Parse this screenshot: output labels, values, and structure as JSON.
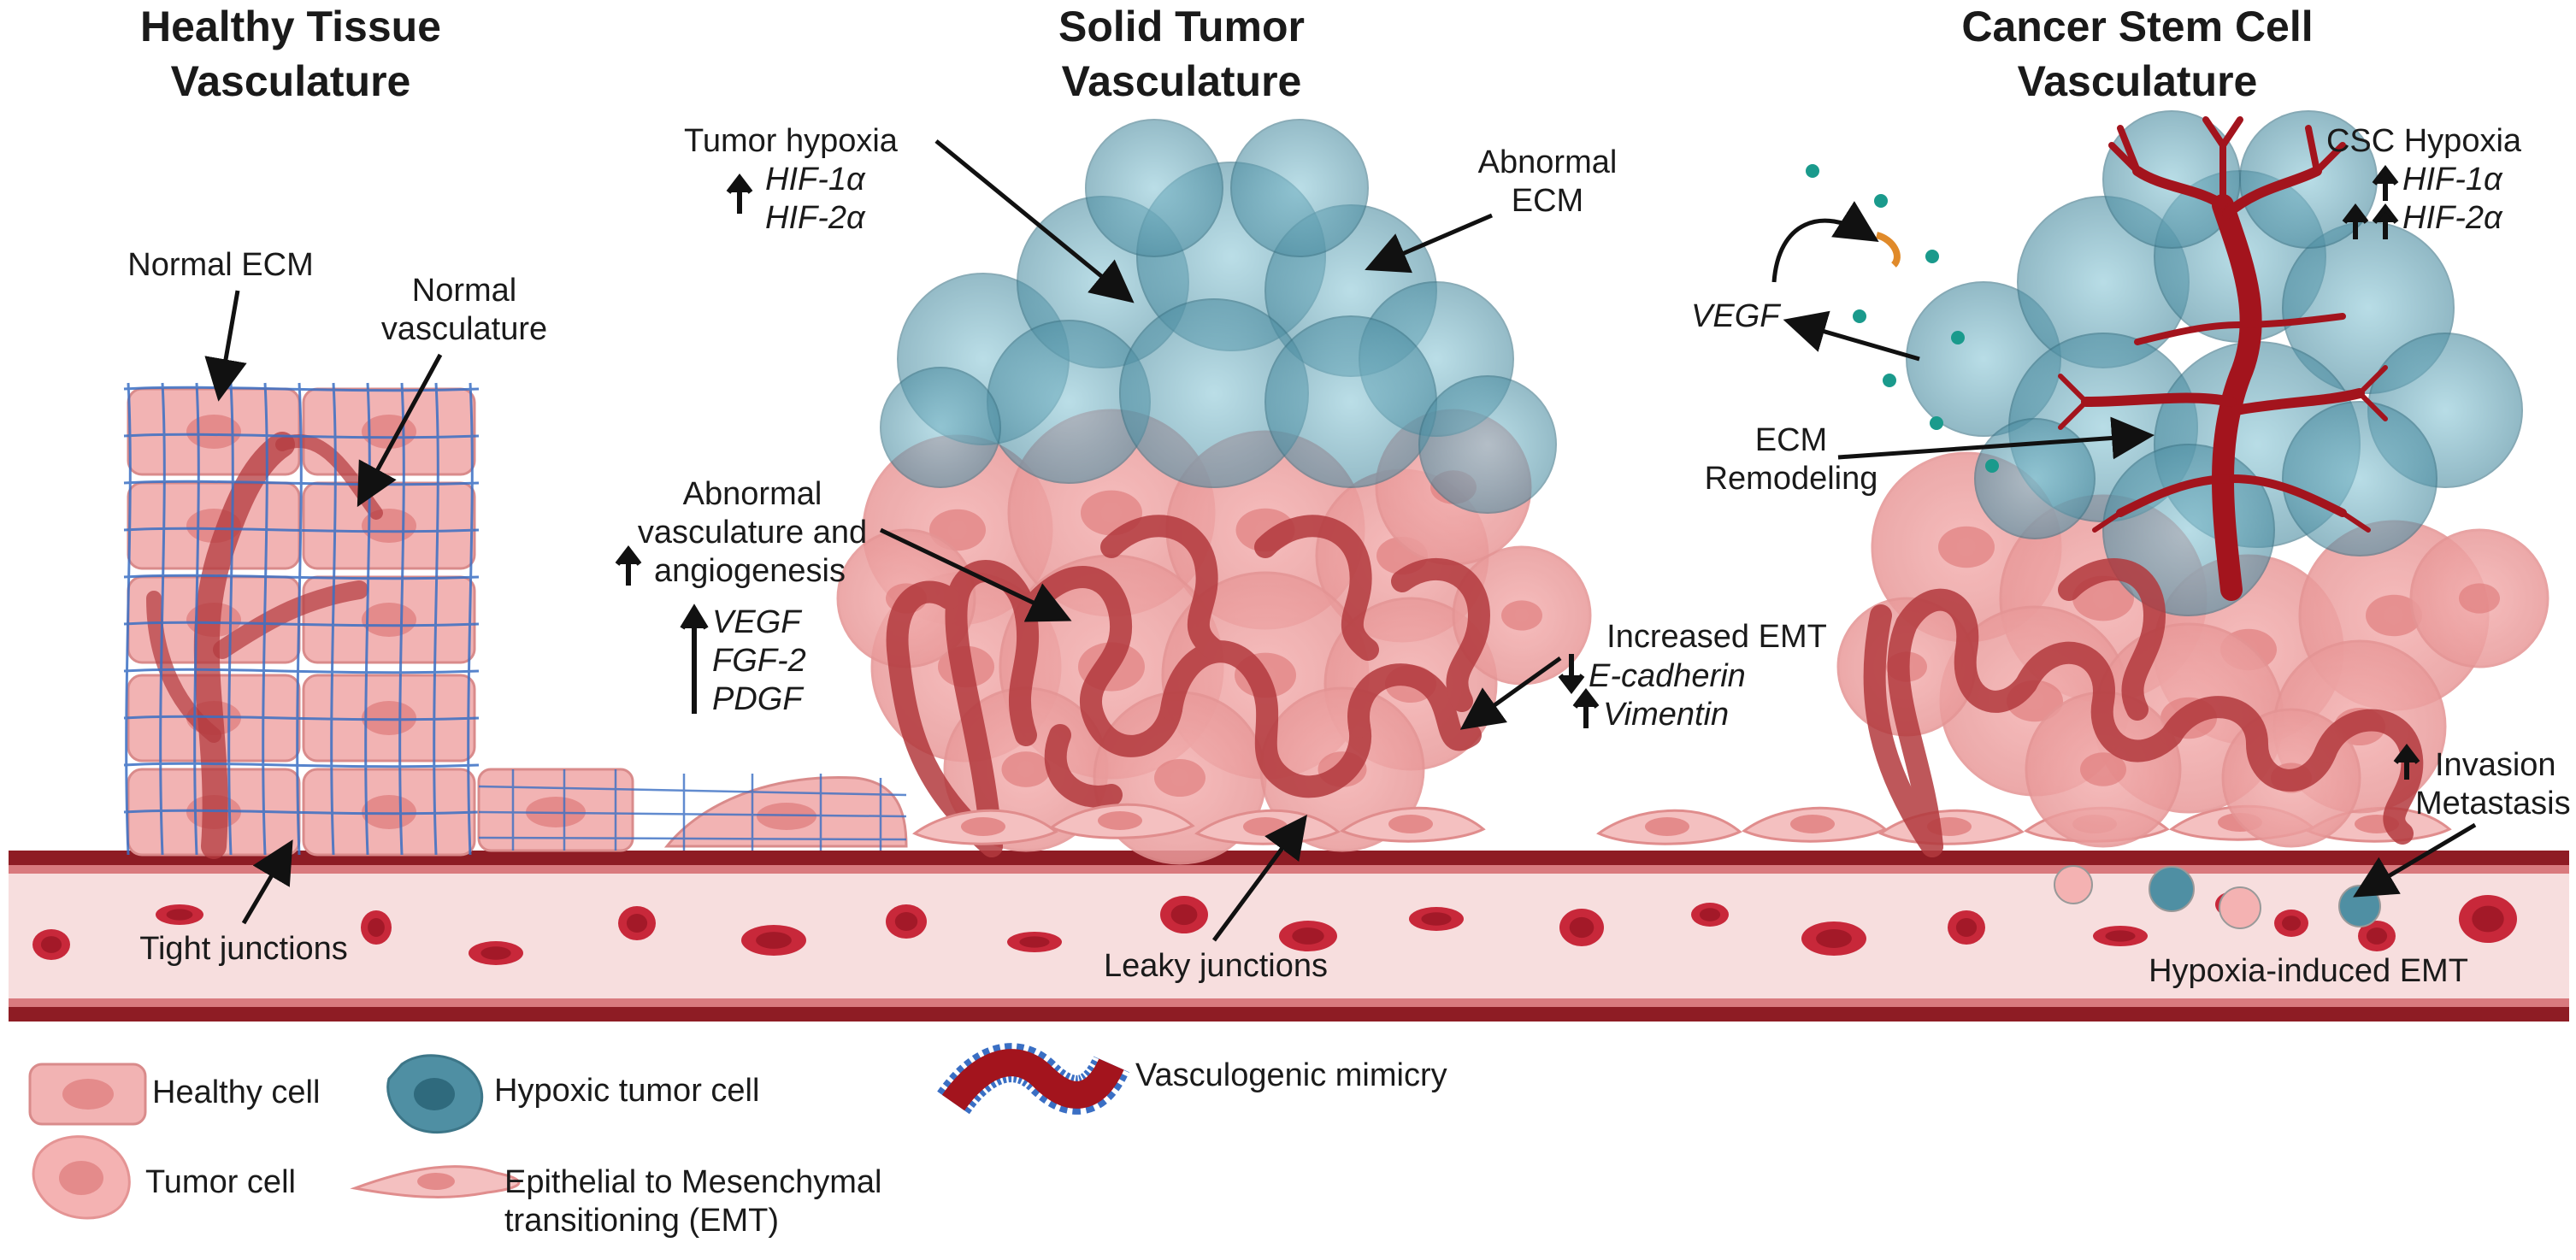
{
  "sections": {
    "healthy": {
      "title_line1": "Healthy Tissue",
      "title_line2": "Vasculature"
    },
    "solid": {
      "title_line1": "Solid Tumor",
      "title_line2": "Vasculature"
    },
    "csc": {
      "title_line1": "Cancer Stem Cell",
      "title_line2": "Vasculature"
    }
  },
  "labels": {
    "normal_ecm": "Normal ECM",
    "normal_vasculature_1": "Normal",
    "normal_vasculature_2": "vasculature",
    "tight_junctions": "Tight junctions",
    "tumor_hypoxia": "Tumor hypoxia",
    "hif1a": "HIF-1α",
    "hif2a": "HIF-2α",
    "abnormal_ecm_1": "Abnormal",
    "abnormal_ecm_2": "ECM",
    "abnormal_vasc_1": "Abnormal",
    "abnormal_vasc_2": "vasculature and",
    "abnormal_vasc_3": "angiogenesis",
    "vegf": "VEGF",
    "fgf2": "FGF-2",
    "pdgf": "PDGF",
    "increased_emt": "Increased EMT",
    "e_cadherin": "E-cadherin",
    "vimentin": "Vimentin",
    "leaky_junctions": "Leaky junctions",
    "csc_hypoxia": "CSC Hypoxia",
    "csc_hif1a": "HIF-1α",
    "csc_hif2a": "HIF-2α",
    "csc_vegf": "VEGF",
    "ecm_remodeling_1": "ECM",
    "ecm_remodeling_2": "Remodeling",
    "invasion": "Invasion",
    "metastasis": "Metastasis",
    "hypoxia_induced_emt": "Hypoxia-induced EMT"
  },
  "legend": {
    "healthy_cell": "Healthy cell",
    "tumor_cell": "Tumor cell",
    "hypoxic_tumor_cell": "Hypoxic tumor cell",
    "emt_line1": "Epithelial to Mesenchymal",
    "emt_line2": "transitioning (EMT)",
    "vasculogenic_mimicry": "Vasculogenic mimicry"
  },
  "colors": {
    "vessel_wall": "#8e1c24",
    "vessel_lumen": "#f7dede",
    "rbc": "#c8283a",
    "healthy_cell": "#f2b3b3",
    "tumor_cell": "#f0a8a8",
    "hypoxic_cell": "#4f8fa3",
    "ecm_mesh": "#3a6fc4",
    "vessel_tube": "#b33a3e",
    "mimicry_vessel": "#a3141d"
  },
  "icons": [
    "arrow-up-icon",
    "arrow-down-icon",
    "healthy-cell-icon",
    "tumor-cell-icon",
    "hypoxic-cell-icon",
    "emt-cell-icon",
    "vasculogenic-mimicry-icon"
  ]
}
